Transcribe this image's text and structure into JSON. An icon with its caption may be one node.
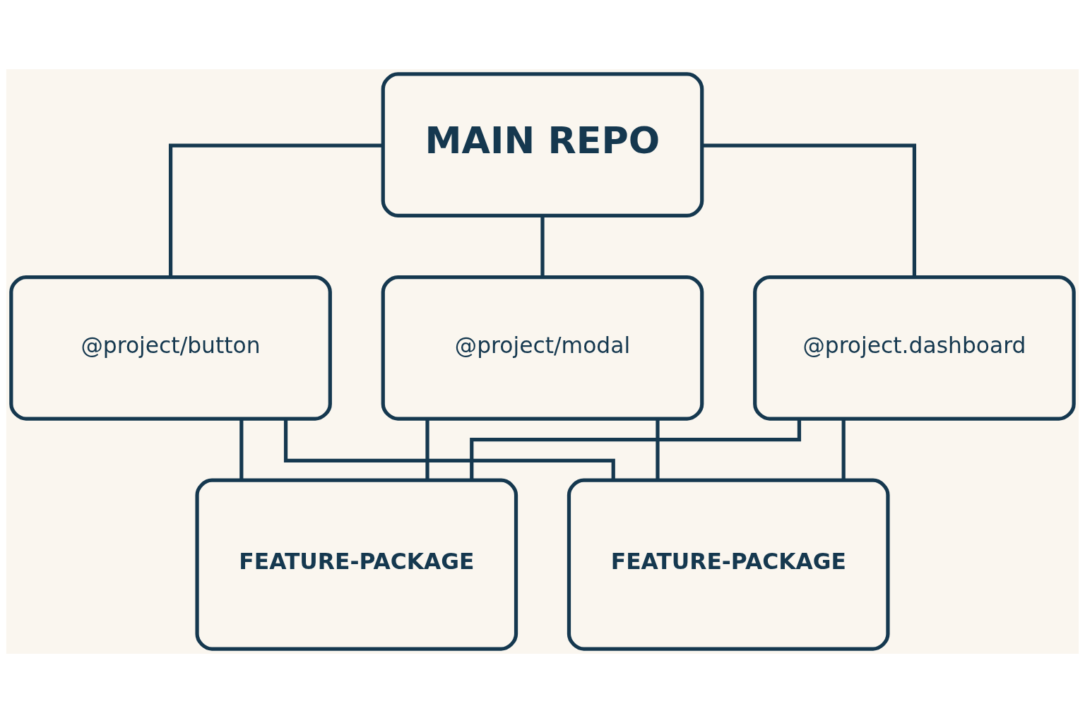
{
  "diagram": {
    "nodes": [
      {
        "text": [
          "MAIN REPO"
        ]
      },
      {
        "text": [
          "@project/button"
        ]
      },
      {
        "text": [
          "@project/modal"
        ]
      },
      {
        "text": [
          "@project.dashboard"
        ]
      },
      {
        "text": [
          "FEATURE-PACKAGE"
        ]
      },
      {
        "text": [
          "FEATURE-PACKAGE"
        ]
      }
    ],
    "edges": [
      {
        "from": 0,
        "to": 1,
        "arrow": "none"
      },
      {
        "from": 0,
        "to": 2,
        "arrow": "none"
      },
      {
        "from": 0,
        "to": 3,
        "arrow": "none"
      },
      {
        "from": 1,
        "to": 4,
        "arrow": "none"
      },
      {
        "from": 1,
        "to": 5,
        "arrow": "none"
      },
      {
        "from": 2,
        "to": 4,
        "arrow": "none"
      },
      {
        "from": 2,
        "to": 5,
        "arrow": "none"
      },
      {
        "from": 3,
        "to": 4,
        "arrow": "none"
      },
      {
        "from": 3,
        "to": 5,
        "arrow": "none"
      }
    ]
  }
}
